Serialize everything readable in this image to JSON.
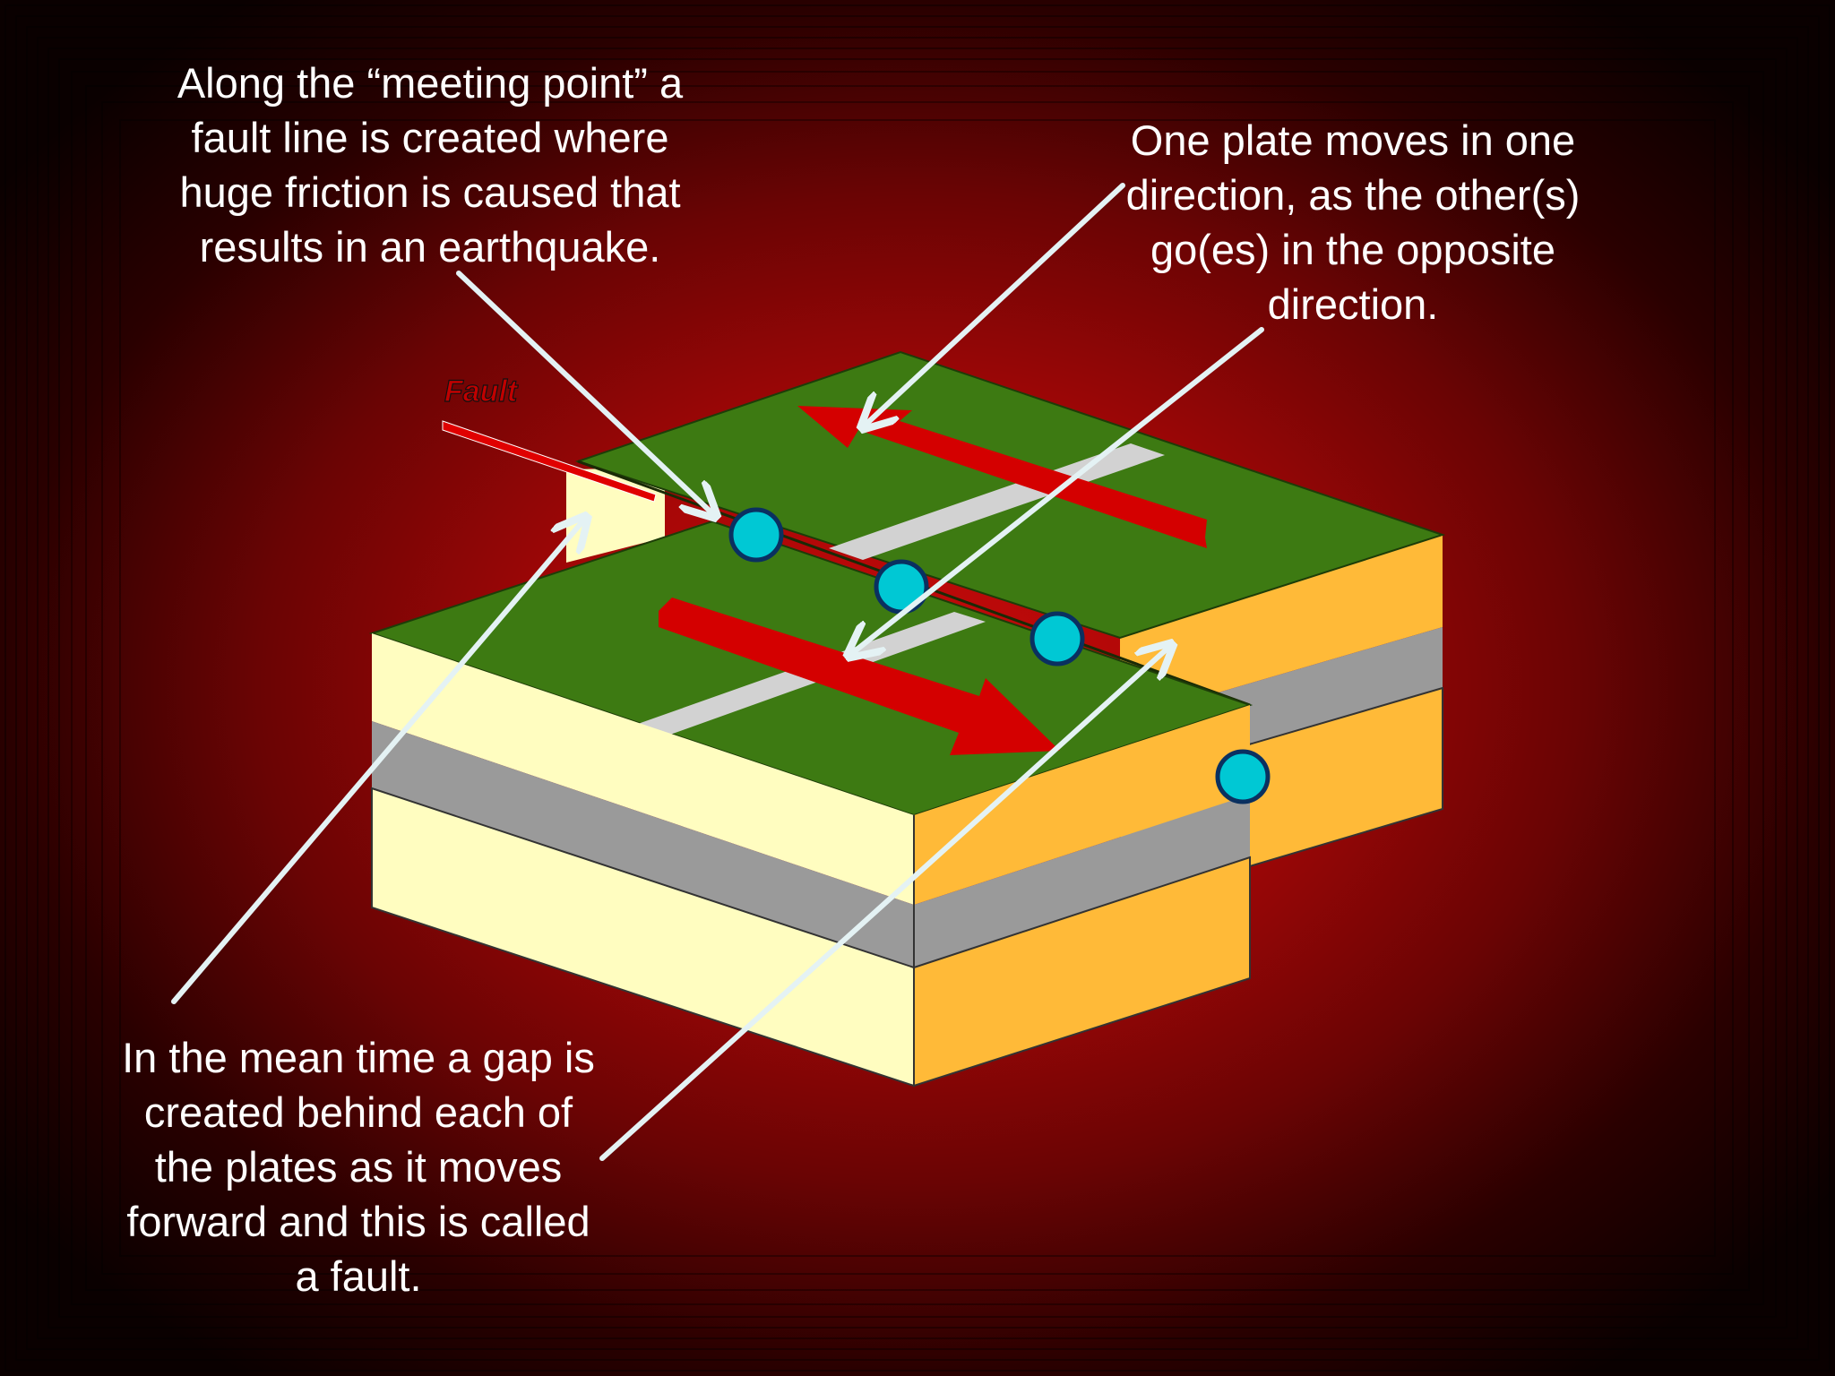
{
  "captions": {
    "fault_line": "Along the “meeting point” a\nfault line is created where\nhuge friction is caused that\nresults in an earthquake.",
    "plate_motion": "One plate moves in one\ndirection, as the other(s)\ngo(es) in the opposite\ndirection.",
    "gap": "In the mean time a gap is\ncreated behind each of\nthe plates as it moves\nforward and this is called\na fault."
  },
  "diagram": {
    "fault_label": "Fault"
  },
  "colors": {
    "background": "#b00808",
    "plate_top": "#3d7a12",
    "rock_light": "#fffdc0",
    "rock_orange": "#ffba38",
    "rock_gray": "#9a9a9a",
    "motion_arrow": "#d40000",
    "marker": "#00c8d4",
    "pointer_line": "#e0eef0"
  }
}
